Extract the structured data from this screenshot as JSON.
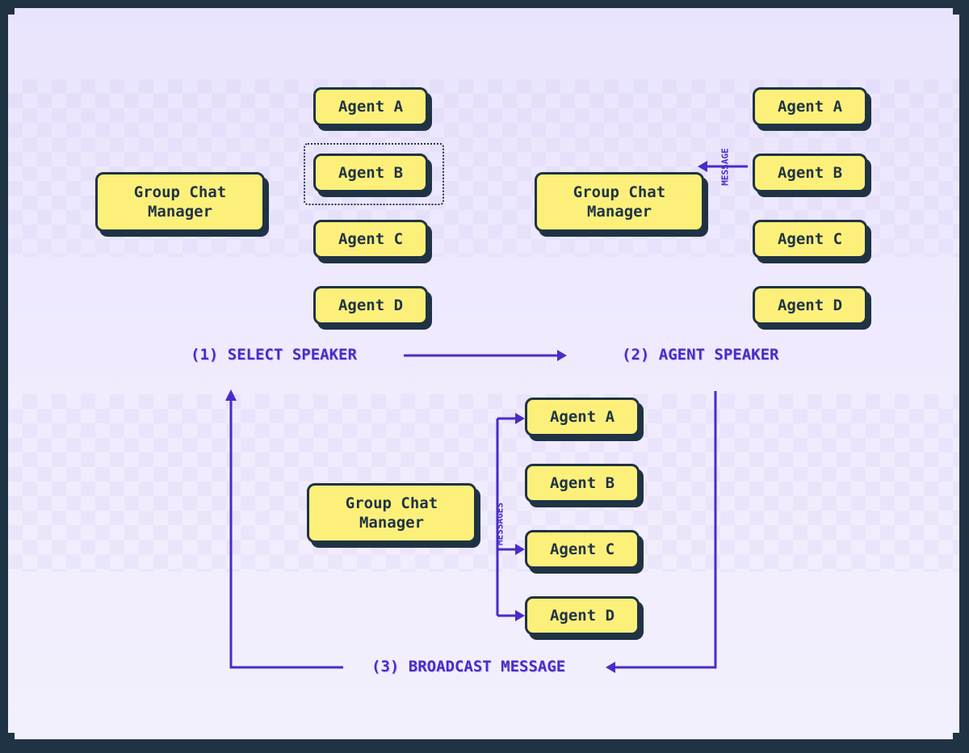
{
  "colors": {
    "box_fill": "#fdf07a",
    "outline": "#1f3345",
    "arrow": "#4a2bc8",
    "background": "#eee9fd"
  },
  "panel1": {
    "manager": "Group Chat\nManager",
    "agents": [
      "Agent A",
      "Agent B",
      "Agent C",
      "Agent D"
    ],
    "selected_agent": "Agent B",
    "step_label": "(1) SELECT SPEAKER"
  },
  "panel2": {
    "manager": "Group Chat\nManager",
    "agents": [
      "Agent A",
      "Agent B",
      "Agent C",
      "Agent D"
    ],
    "speaking_agent": "Agent B",
    "arrow_label": "MESSAGE",
    "step_label": "(2) AGENT SPEAKER"
  },
  "panel3": {
    "manager": "Group Chat\nManager",
    "agents": [
      "Agent A",
      "Agent B",
      "Agent C",
      "Agent D"
    ],
    "arrow_label": "MESSAGES",
    "step_label": "(3) BROADCAST MESSAGE"
  }
}
